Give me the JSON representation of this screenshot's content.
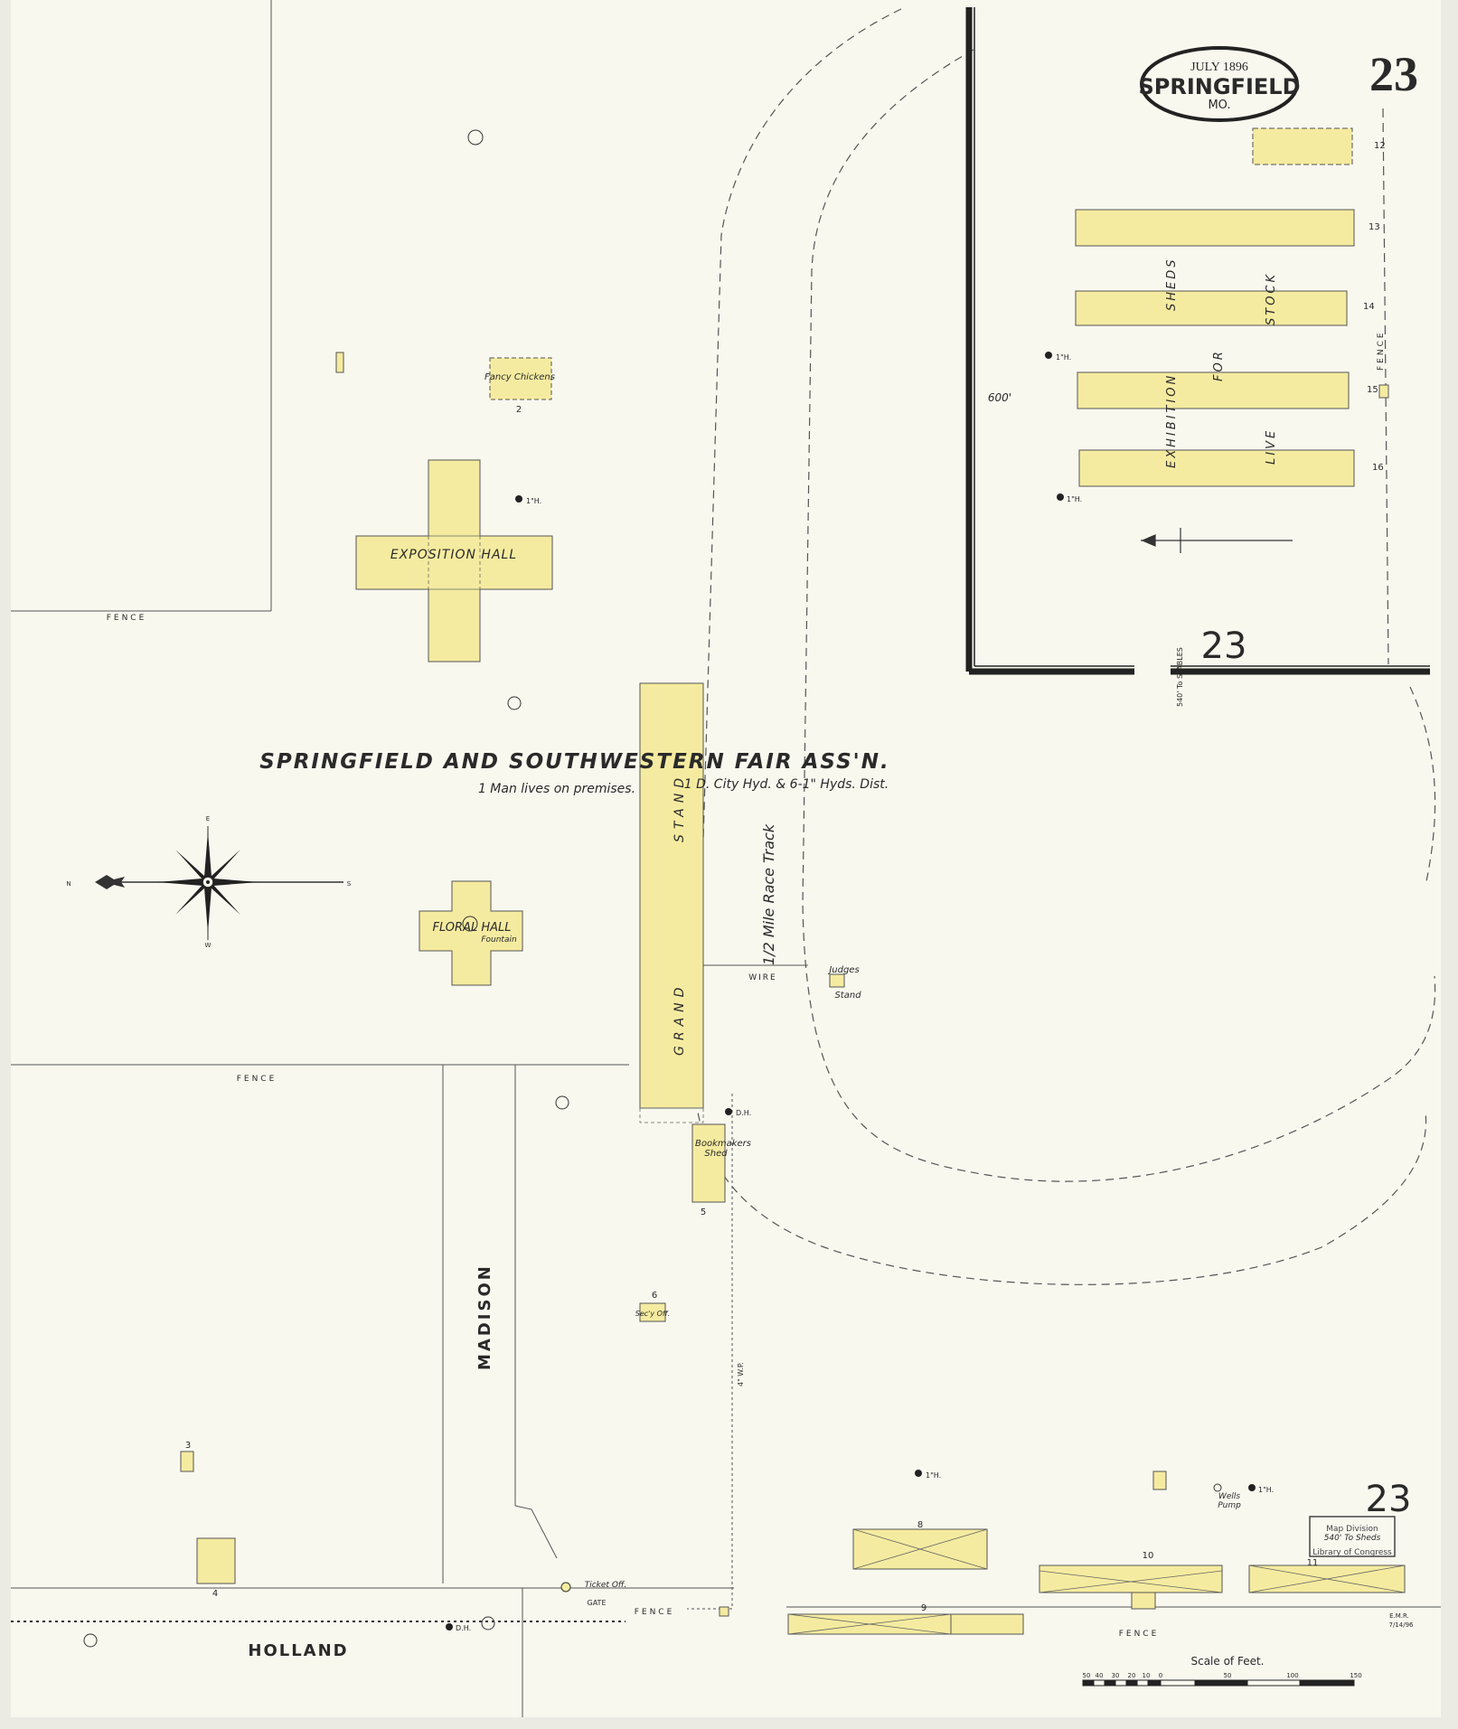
{
  "header": {
    "date": "JULY 1896",
    "city": "SPRINGFIELD",
    "state": "MO.",
    "sheet_number": "23"
  },
  "title": {
    "name": "SPRINGFIELD AND SOUTHWESTERN FAIR ASS'N.",
    "note_1": "1 Man lives on premises.",
    "note_2": "1 D. City Hyd. & 6-1\" Hyds. Dist."
  },
  "buildings": {
    "exposition_hall": "EXPOSITION HALL",
    "floral_hall": "FLORAL HALL",
    "fountain": "Fountain",
    "fancy_chickens": "Fancy Chickens",
    "grand_stand_1": "GRAND",
    "grand_stand_2": "STAND",
    "judges_stand_1": "Judges",
    "judges_stand_2": "Stand",
    "bookmakers_shed_1": "Bookmakers",
    "bookmakers_shed_2": "Shed",
    "secty_office": "Sec'y Off.",
    "ticket_office": "Ticket Off.",
    "gate": "GATE",
    "wells_pump_1": "Wells",
    "wells_pump_2": "Pump"
  },
  "track_label": "1/2 Mile Race Track",
  "wire_label": "WIRE",
  "sheds_words": [
    "EXHIBITION",
    "SHEDS",
    "FOR",
    "LIVE",
    "STOCK"
  ],
  "shed_numbers": [
    "12",
    "13",
    "14",
    "15",
    "16"
  ],
  "lot_numbers": [
    "2",
    "3",
    "4",
    "5",
    "6",
    "8",
    "9",
    "10",
    "11"
  ],
  "streets": {
    "madison": "MADISON",
    "holland": "HOLLAND"
  },
  "fence_label": "FENCE",
  "hydrant_label": "1\"H.",
  "dh_label": "D.H.",
  "distance_600": "600'",
  "distance_540_stables": "540' To STABLES",
  "distance_540_sheds": "540' To Sheds",
  "inset_sheet_number": "23",
  "lower_sheet_number": "23",
  "stamp": {
    "line1": "Map Division",
    "line2": "Library of Congress"
  },
  "compass": {
    "n": "N",
    "s": "S",
    "e": "E",
    "w": "W"
  },
  "scale": {
    "title": "Scale of Feet.",
    "ticks": [
      "50",
      "40",
      "30",
      "20",
      "10",
      "0",
      "50",
      "100",
      "150"
    ]
  },
  "pipe_label": "4\" W.P.",
  "initials": "E.M.R.",
  "initials_date": "7/14/96",
  "colors": {
    "paper": "#f8f8ef",
    "building_yellow": "#f5eba0",
    "ink": "#2a2a2a"
  }
}
